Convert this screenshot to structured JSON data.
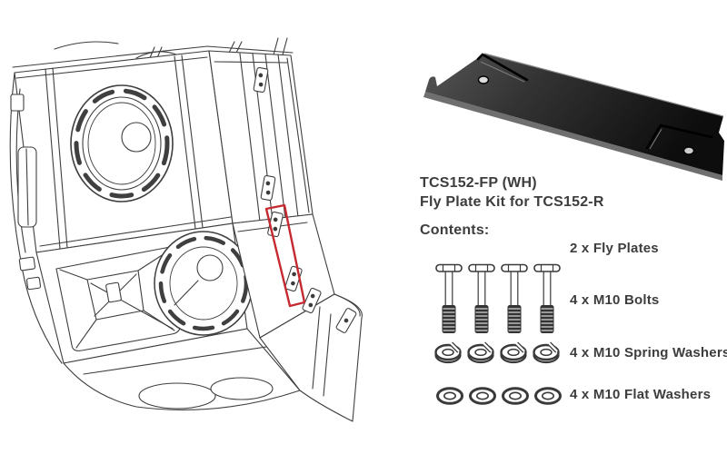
{
  "page": {
    "background": "#ffffff"
  },
  "figure": {
    "subject": "speaker-cabinet-line-drawing",
    "highlight": {
      "meaning": "fly-plate-mounting-location",
      "color": "#c42a30"
    },
    "line_color": "#3f3f3f"
  },
  "product": {
    "model": "TCS152-FP (WH)",
    "subtitle": "Fly Plate Kit for TCS152-R",
    "contents_heading": "Contents:",
    "text_color": "#3d3d3d",
    "photo": {
      "subject": "black-fly-plate",
      "color_dark": "#0d0d0d",
      "color_light": "#565656"
    },
    "contents": [
      {
        "label": "2 x Fly Plates",
        "icon": "fly-plate",
        "icon_count": 0
      },
      {
        "label": "4 x M10 Bolts",
        "icon": "bolt",
        "icon_count": 4
      },
      {
        "label": "4 x M10 Spring Washers",
        "icon": "spring-washer",
        "icon_count": 4
      },
      {
        "label": "4 x M10 Flat Washers",
        "icon": "flat-washer",
        "icon_count": 4
      }
    ]
  }
}
